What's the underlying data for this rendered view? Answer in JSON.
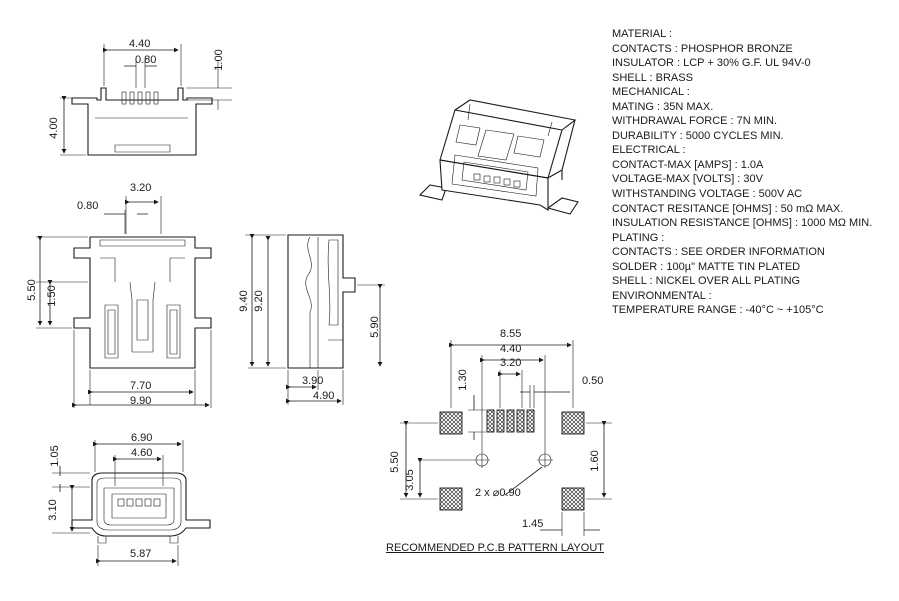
{
  "specs": {
    "lines": [
      "MATERIAL :",
      "CONTACTS : PHOSPHOR BRONZE",
      "INSULATOR : LCP + 30% G.F. UL 94V-0",
      "SHELL : BRASS",
      "MECHANICAL :",
      "MATING : 35N MAX.",
      "WITHDRAWAL FORCE : 7N MIN.",
      "DURABILITY : 5000 CYCLES MIN.",
      "ELECTRICAL :",
      "CONTACT-MAX [AMPS] : 1.0A",
      "VOLTAGE-MAX [VOLTS] : 30V",
      "WITHSTANDING VOLTAGE  : 500V AC",
      "CONTACT RESITANCE [OHMS] : 50 mΩ MAX.",
      "INSULATION RESISTANCE [OHMS] : 1000 MΩ MIN.",
      "PLATING :",
      "CONTACTS : SEE ORDER INFORMATION",
      "SOLDER : 100µ\" MATTE TIN PLATED",
      "SHELL : NICKEL OVER ALL PLATING",
      "ENVIRONMENTAL :",
      "TEMPERATURE RANGE : -40°C ~ +105°C"
    ]
  },
  "dims": {
    "top_view": {
      "width": "4.40",
      "pitch": "0.80",
      "lead_h": "1.00",
      "height": "4.00"
    },
    "front_view": {
      "span": "3.20",
      "pitch": "0.80",
      "h1": "5.50",
      "h2": "1.50",
      "w1": "7.70",
      "w2": "9.90"
    },
    "side_view": {
      "h1": "9.40",
      "h2": "9.20",
      "h3": "5.90",
      "w1": "3.90",
      "w2": "4.90"
    },
    "bottom_view": {
      "w1": "6.90",
      "w2": "4.60",
      "h1": "1.05",
      "h2": "3.10",
      "w3": "5.87"
    },
    "pcb": {
      "w1": "8.55",
      "w2": "4.40",
      "w3": "3.20",
      "pad_h": "1.30",
      "pad_w": "0.50",
      "v1": "5.50",
      "v2": "3.05",
      "v3": "1.60",
      "hole": "2 x ⌀0.90",
      "h1": "1.45"
    }
  },
  "caption": "RECOMMENDED P.C.B PATTERN LAYOUT"
}
